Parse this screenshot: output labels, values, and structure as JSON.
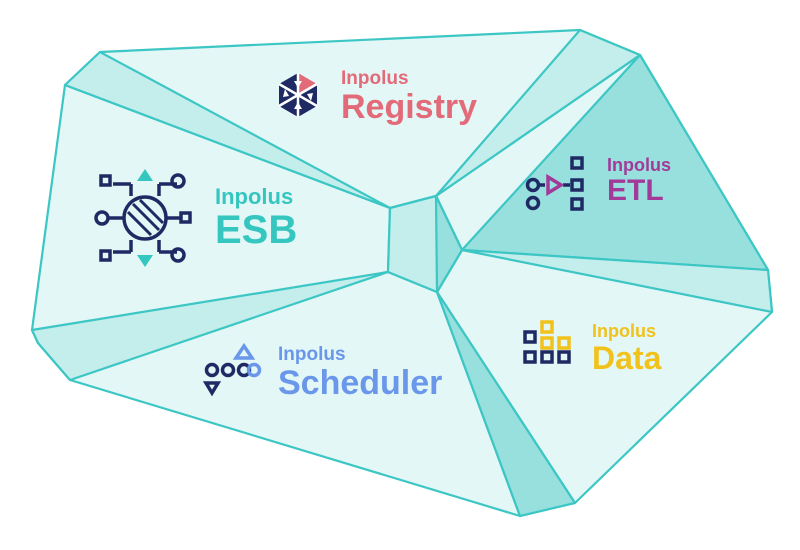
{
  "colors": {
    "outline": "#3cc6c4",
    "fill_light": "#e2f7f6",
    "fill_mid": "#c3eeec",
    "fill_dark": "#97e0dd",
    "navy": "#1f2a64",
    "registry": "#e36a78",
    "esb": "#36c6c0",
    "etl": "#a33a99",
    "data": "#f1c21b",
    "scheduler": "#6a97ea"
  },
  "modules": {
    "registry": {
      "brand": "Inpolus",
      "product": "Registry",
      "icon": "triangle-hexagon-icon"
    },
    "esb": {
      "brand": "Inpolus",
      "product": "ESB",
      "icon": "network-hub-icon"
    },
    "etl": {
      "brand": "Inpolus",
      "product": "ETL",
      "icon": "etl-flow-icon"
    },
    "data": {
      "brand": "Inpolus",
      "product": "Data",
      "icon": "data-blocks-icon"
    },
    "scheduler": {
      "brand": "Inpolus",
      "product": "Scheduler",
      "icon": "scheduler-shapes-icon"
    }
  }
}
